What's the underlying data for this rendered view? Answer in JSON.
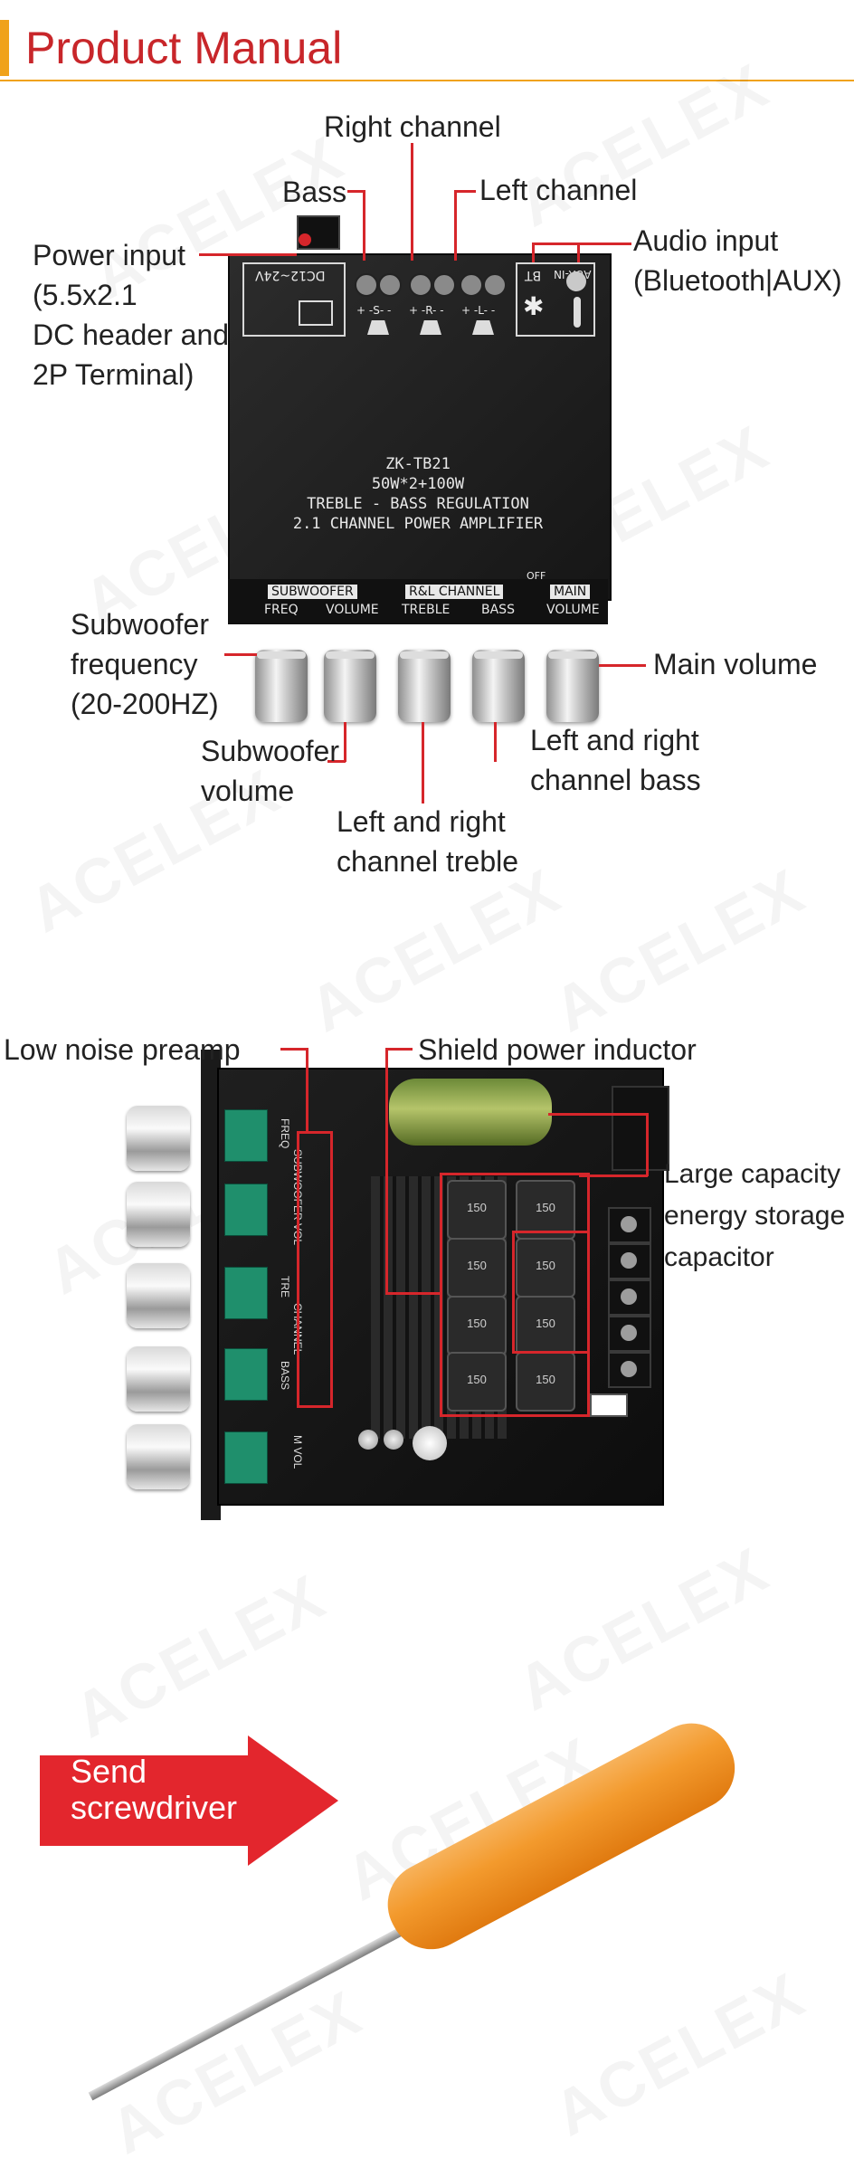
{
  "header": {
    "title": "Product Manual"
  },
  "watermark": {
    "text": "ACELEX"
  },
  "top_view": {
    "callouts": {
      "right_channel": "Right channel",
      "bass": "Bass",
      "left_channel": "Left channel",
      "audio_input": "Audio input",
      "audio_input_detail": "(Bluetooth|AUX)",
      "power_input_1": "Power input",
      "power_input_2": "(5.5x2.1",
      "power_input_3": "DC header and",
      "power_input_4": "2P Terminal)",
      "sub_freq_1": "Subwoofer",
      "sub_freq_2": "frequency",
      "sub_freq_3": "(20-200HZ)",
      "main_volume": "Main volume",
      "sub_vol_1": "Subwoofer",
      "sub_vol_2": "volume",
      "lr_bass_1": "Left and right",
      "lr_bass_2": "channel bass",
      "lr_treble_1": "Left and right",
      "lr_treble_2": "channel treble"
    },
    "panel": {
      "dc": "DC12~24V",
      "bt": "BT",
      "aux": "AUX-IN",
      "spk_s": "+ -S- -",
      "spk_r": "+ -R- -",
      "spk_l": "+ -L- -",
      "model": "ZK-TB21",
      "power": "50W*2+100W",
      "tone": "TREBLE - BASS REGULATION",
      "desc": "2.1 CHANNEL POWER AMPLIFIER",
      "subwoofer": "SUBWOOFER",
      "rl_channel": "R&L CHANNEL",
      "main": "MAIN",
      "off": "OFF",
      "freq": "FREQ",
      "volume": "VOLUME",
      "treble": "TREBLE",
      "bass": "BASS",
      "main_volume": "VOLUME"
    }
  },
  "board_view": {
    "callouts": {
      "preamp": "Low noise preamp",
      "inductor": "Shield power inductor",
      "capacitor_1": "Large capacity",
      "capacitor_2": "energy storage",
      "capacitor_3": "capacitor"
    },
    "inductor_mark": "150",
    "side_labels": [
      "FREQ",
      "SUBWOOFER VOL",
      "TRE",
      "CHANNEL",
      "BASS",
      "M VOL"
    ]
  },
  "tool": {
    "arrow_line_1": "Send",
    "arrow_line_2": "screwdriver"
  },
  "colors": {
    "accent": "#c8262a",
    "bar": "#f0a21a",
    "callout_line": "#d6262b",
    "arrow": "#e3262d",
    "handle": "#f39a2d"
  }
}
